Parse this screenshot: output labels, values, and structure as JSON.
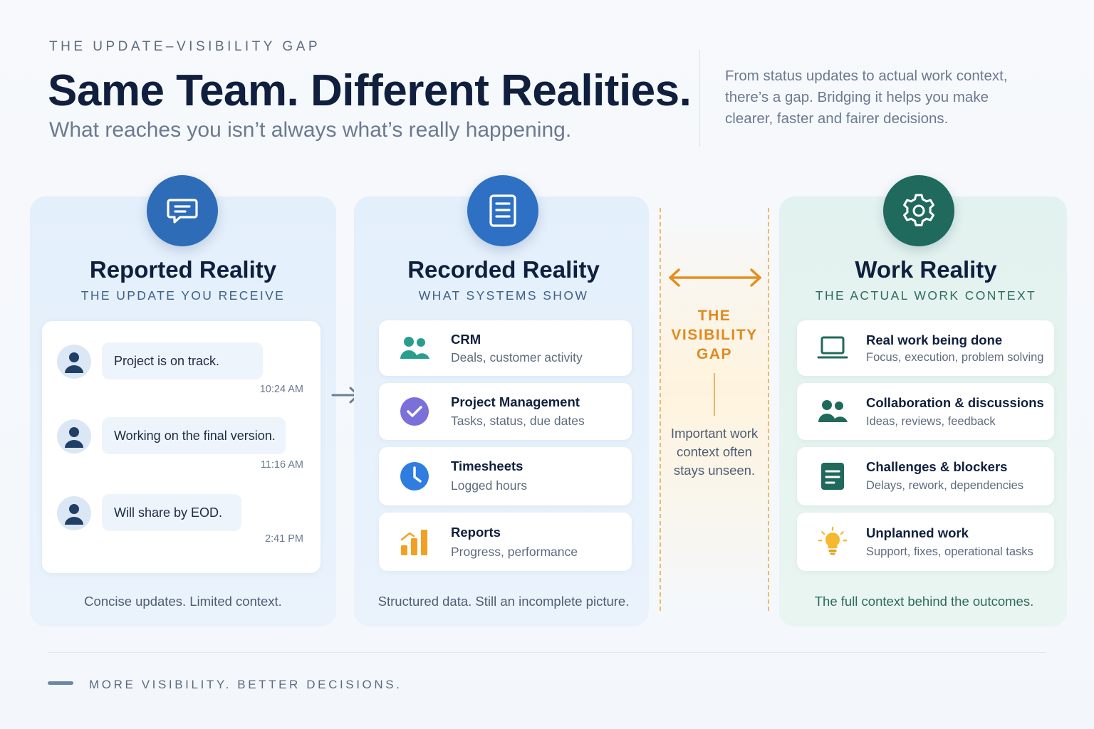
{
  "header": {
    "eyebrow": "THE UPDATE–VISIBILITY GAP",
    "title": "Same Team. Different Realities.",
    "subtitle": "What reaches you isn’t always what’s really happening.",
    "intro": "From status updates to actual work context, there’s a gap. Bridging it helps you make clearer, faster and fairer decisions."
  },
  "reported": {
    "icon": "chat-icon",
    "title": "Reported Reality",
    "subtitle": "THE UPDATE YOU RECEIVE",
    "messages": [
      {
        "text": "Project is on track.",
        "time": "10:24 AM"
      },
      {
        "text": "Working on the final version.",
        "time": "11:16 AM"
      },
      {
        "text": "Will share by EOD.",
        "time": "2:41 PM"
      }
    ],
    "caption": "Concise updates. Limited context."
  },
  "recorded": {
    "icon": "document-icon",
    "title": "Recorded Reality",
    "subtitle": "WHAT SYSTEMS SHOW",
    "items": [
      {
        "title": "CRM",
        "desc": "Deals, customer activity",
        "icon": "users-icon",
        "color": "#2a9d8f"
      },
      {
        "title": "Project Management",
        "desc": "Tasks, status, due dates",
        "icon": "check-circle-icon",
        "color": "#7b6fd9"
      },
      {
        "title": "Timesheets",
        "desc": "Logged hours",
        "icon": "clock-icon",
        "color": "#2f7de1"
      },
      {
        "title": "Reports",
        "desc": "Progress, performance",
        "icon": "bar-chart-icon",
        "color": "#f2a023"
      }
    ],
    "caption": "Structured data. Still an incomplete picture."
  },
  "gap": {
    "title_lines": [
      "THE",
      "VISIBILITY",
      "GAP"
    ],
    "text": "Important work context often stays unseen.",
    "color": "#e08a1e"
  },
  "work": {
    "icon": "gear-icon",
    "title": "Work Reality",
    "subtitle": "THE ACTUAL WORK CONTEXT",
    "items": [
      {
        "title": "Real work being done",
        "desc": "Focus, execution, problem solving",
        "icon": "laptop-icon"
      },
      {
        "title": "Collaboration & discussions",
        "desc": "Ideas, reviews, feedback",
        "icon": "users-icon"
      },
      {
        "title": "Challenges & blockers",
        "desc": "Delays, rework, dependencies",
        "icon": "list-document-icon"
      },
      {
        "title": "Unplanned work",
        "desc": "Support, fixes, operational tasks",
        "icon": "lightbulb-icon"
      }
    ],
    "caption": "The full context behind the outcomes.",
    "color": "#1f6a5c"
  },
  "footer": {
    "text": "MORE VISIBILITY. BETTER DECISIONS."
  }
}
